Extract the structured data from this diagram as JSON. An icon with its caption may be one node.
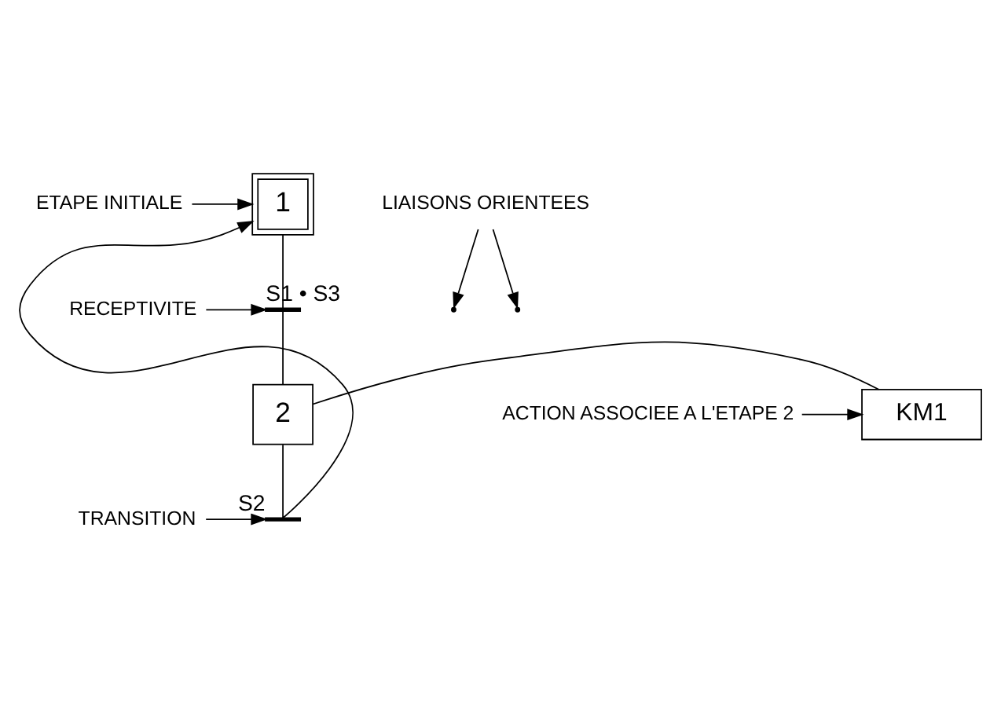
{
  "diagram": {
    "nodes": [
      {
        "text": [
          "1"
        ]
      },
      {
        "text": [
          "2"
        ]
      },
      {
        "text": [
          "KM1"
        ]
      },
      {
        "text": [],
        "shape": "bar",
        "beside": [
          "S1 • S3"
        ]
      },
      {
        "text": [],
        "shape": "bar",
        "beside": [
          "S2"
        ]
      },
      {
        "text": [
          "ETAPE INITIALE"
        ]
      },
      {
        "text": [
          "LIAISONS ORIENTEES"
        ]
      },
      {
        "text": [
          "RECEPTIVITE"
        ]
      },
      {
        "text": [
          "ACTION ASSOCIEE A L'ETAPE 2"
        ]
      },
      {
        "text": [
          "TRANSITION"
        ]
      }
    ],
    "edges": [
      {
        "from": 0,
        "to": 3,
        "arrow": "none"
      },
      {
        "from": 3,
        "to": 1,
        "arrow": "none"
      },
      {
        "from": 1,
        "to": 2,
        "arrow": "none"
      },
      {
        "from": 1,
        "to": 4,
        "arrow": "none"
      },
      {
        "from": 4,
        "to": 0,
        "arrow": "to"
      },
      {
        "from": 5,
        "to": 0,
        "arrow": "to"
      },
      {
        "from": 6,
        "to": null,
        "arrow": "to"
      },
      {
        "from": 6,
        "to": null,
        "arrow": "to"
      },
      {
        "from": 7,
        "to": 3,
        "arrow": "to"
      },
      {
        "from": 8,
        "to": 2,
        "arrow": "to"
      },
      {
        "from": 9,
        "to": 4,
        "arrow": "to"
      }
    ]
  }
}
